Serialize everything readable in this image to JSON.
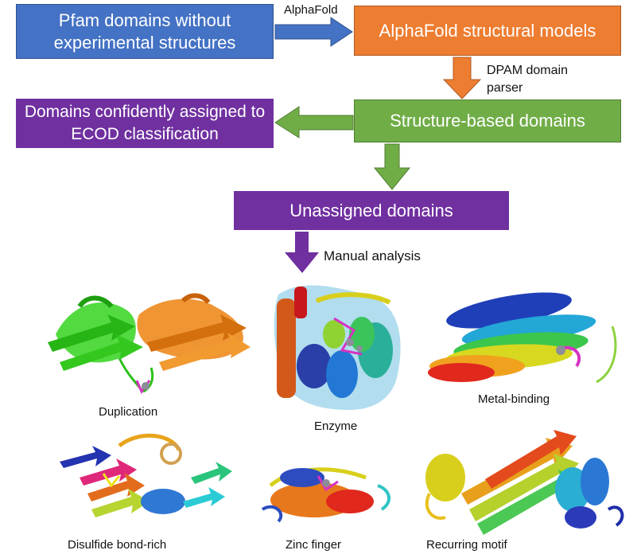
{
  "nodes": {
    "pfam": "Pfam domains without experimental structures",
    "alphafold_models": "AlphaFold structural models",
    "structure_domains": "Structure-based domains",
    "ecod": "Domains confidently assigned to ECOD classification",
    "unassigned": "Unassigned domains"
  },
  "edges": {
    "alphafold": "AlphaFold",
    "dpam_line1": "DPAM domain",
    "dpam_line2": "parser",
    "manual": "Manual analysis"
  },
  "examples": [
    {
      "key": "duplication",
      "caption": "Duplication"
    },
    {
      "key": "enzyme",
      "caption": "Enzyme"
    },
    {
      "key": "metal",
      "caption": "Metal-binding"
    },
    {
      "key": "disulfide",
      "caption": "Disulfide bond-rich"
    },
    {
      "key": "zinc",
      "caption": "Zinc finger"
    },
    {
      "key": "motif",
      "caption": "Recurring motif"
    }
  ],
  "colors": {
    "blue": "#4472c4",
    "orange": "#ed7d31",
    "green": "#70ad47",
    "purple": "#7030a0"
  }
}
